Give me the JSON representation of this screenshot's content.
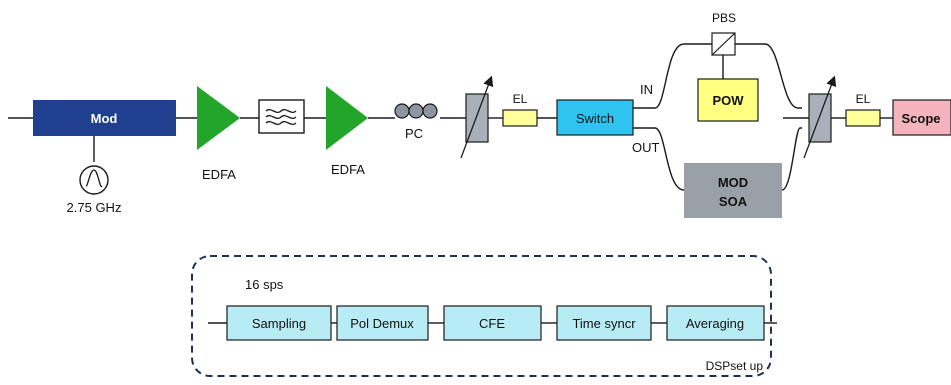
{
  "setup": {
    "mod_label": "Mod",
    "rf_freq": "2.75  GHz",
    "edfa1_label": "EDFA",
    "edfa2_label": "EDFA",
    "pc_label": "PC",
    "el1_label": "EL",
    "switch_label": "Switch",
    "in_label": "IN",
    "out_label": "OUT",
    "pbs_label": "PBS",
    "pow_label": "POW",
    "mod_soa_line1": "MOD",
    "mod_soa_line2": "SOA",
    "el2_label": "EL",
    "scope_label": "Scope"
  },
  "dsp": {
    "rate_label": "16 sps",
    "blocks": [
      "Sampling",
      "Pol Demux",
      "CFE",
      "Time syncr",
      "Averaging"
    ],
    "caption": "DSPset up"
  },
  "colors": {
    "mod_fill": "#1f3f8f",
    "edfa_fill": "#22a52a",
    "atten_fill": "#a9b0ba",
    "el_fill": "#ffff99",
    "switch_fill": "#2ec4ef",
    "pow_fill": "#ffff80",
    "soa_fill": "#9aa0a8",
    "scope_fill": "#f4b4be",
    "dsp_block_fill": "#b8ecf4"
  }
}
